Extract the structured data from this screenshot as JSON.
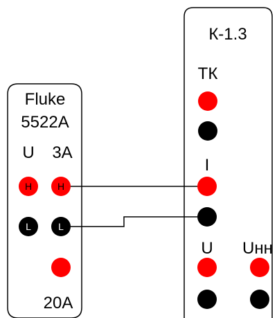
{
  "colors": {
    "red": "#ff0000",
    "black": "#000000",
    "outline": "#000000",
    "background": "#ffffff"
  },
  "fluke": {
    "model_line1": "Fluke",
    "model_line2": "5522A",
    "label_u": "U",
    "label_3a": "3A",
    "label_20a": "20A",
    "u_high_letter": "H",
    "a_high_letter": "H",
    "u_low_letter": "L",
    "a_low_letter": "L"
  },
  "k13": {
    "title": "К-1.3",
    "label_tk": "ТК",
    "label_i": "I",
    "label_u": "U",
    "label_unn": "Uнн"
  }
}
